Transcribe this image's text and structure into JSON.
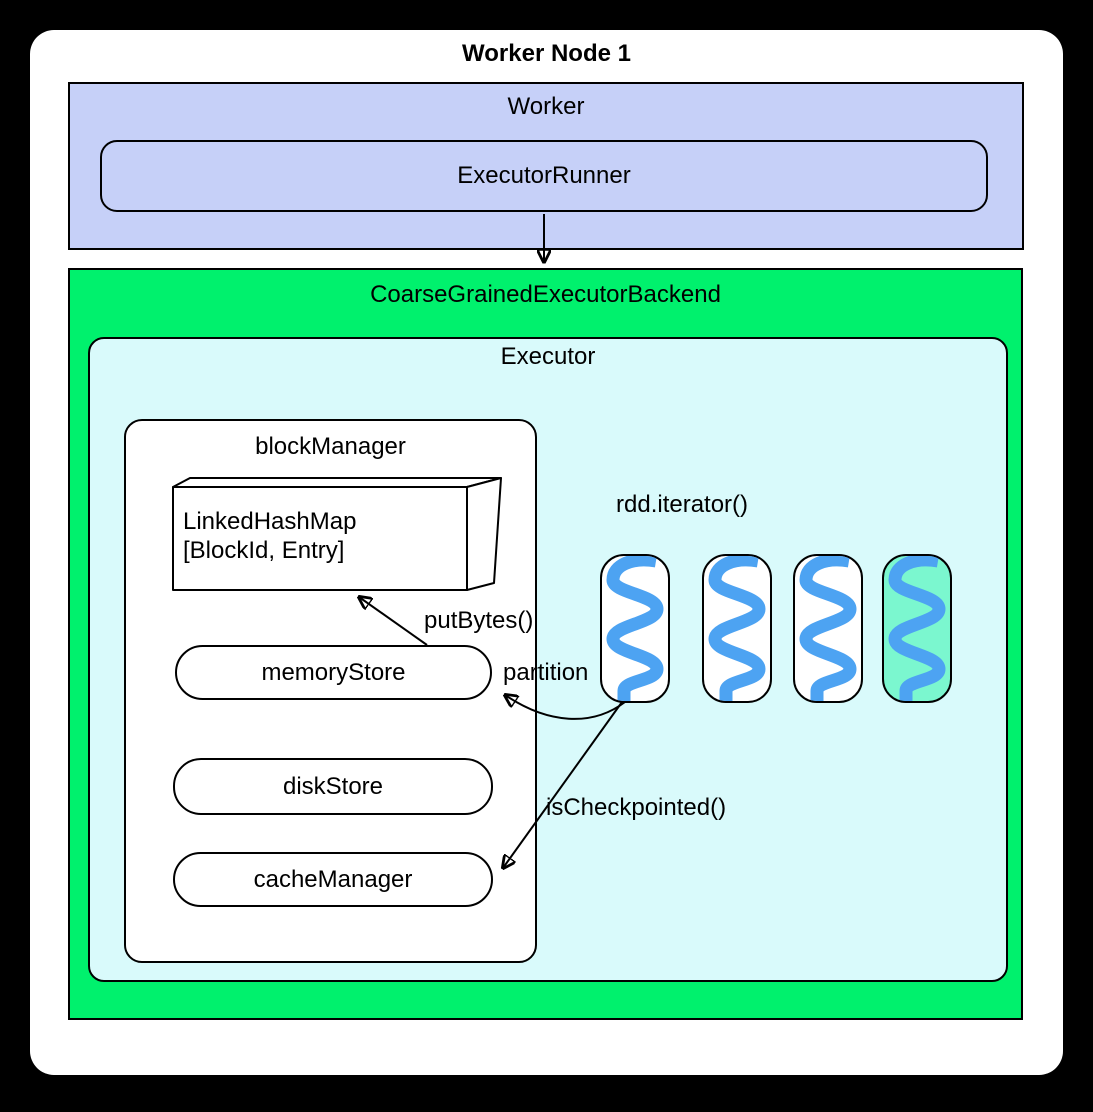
{
  "title": "Worker Node 1",
  "worker": {
    "label": "Worker",
    "executor_runner_label": "ExecutorRunner"
  },
  "backend": {
    "label": "CoarseGrainedExecutorBackend"
  },
  "executor": {
    "label": "Executor",
    "block_manager": {
      "label": "blockManager",
      "linked_hash_map_line1": "LinkedHashMap",
      "linked_hash_map_line2": "[BlockId, Entry]",
      "memory_store_label": "memoryStore",
      "disk_store_label": "diskStore",
      "cache_manager_label": "cacheManager"
    },
    "annotations": {
      "rdd_iterator": "rdd.iterator()",
      "put_bytes": "putBytes()",
      "partition": "partition",
      "is_checkpointed": "isCheckpointed()"
    },
    "partitions": [
      {
        "cached": false
      },
      {
        "cached": false
      },
      {
        "cached": false
      },
      {
        "cached": true
      }
    ]
  },
  "colors": {
    "canvas_bg": "#000000",
    "card_fill": "#ffffff",
    "worker_fill": "#c6d0f8",
    "backend_fill": "#00f16d",
    "executor_fill": "#d9fafb",
    "partition_fill": "#ffffff",
    "cached_partition_fill": "#7bf7cf",
    "squiggle_blue": "#4da3f2",
    "outline": "#000000"
  }
}
